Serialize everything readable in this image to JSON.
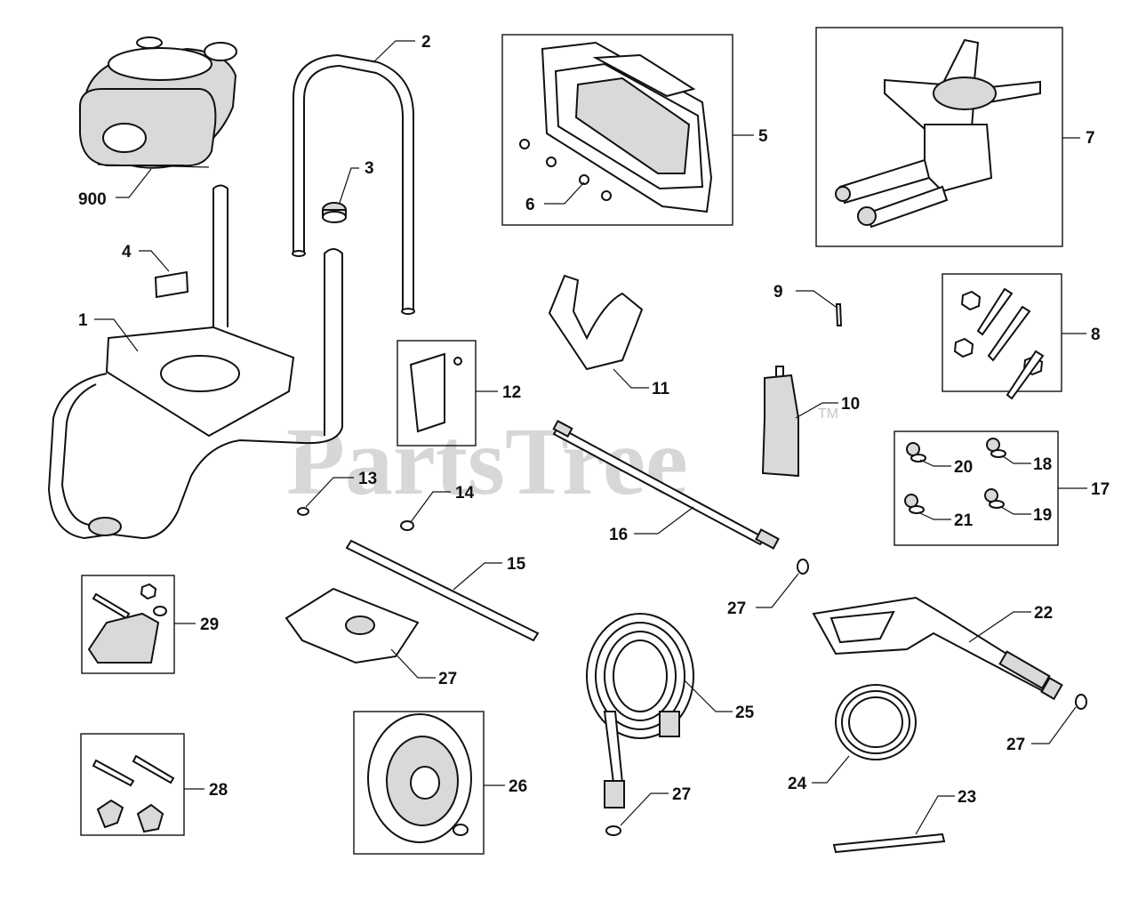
{
  "watermark": {
    "brand": "PartsTree",
    "mark": "TM"
  },
  "callouts": [
    {
      "id": "900",
      "label": "900"
    },
    {
      "id": "1",
      "label": "1"
    },
    {
      "id": "2",
      "label": "2"
    },
    {
      "id": "3",
      "label": "3"
    },
    {
      "id": "4",
      "label": "4"
    },
    {
      "id": "5",
      "label": "5"
    },
    {
      "id": "6",
      "label": "6"
    },
    {
      "id": "7",
      "label": "7"
    },
    {
      "id": "8",
      "label": "8"
    },
    {
      "id": "9",
      "label": "9"
    },
    {
      "id": "10",
      "label": "10"
    },
    {
      "id": "11",
      "label": "11"
    },
    {
      "id": "12",
      "label": "12"
    },
    {
      "id": "13",
      "label": "13"
    },
    {
      "id": "14",
      "label": "14"
    },
    {
      "id": "15",
      "label": "15"
    },
    {
      "id": "16",
      "label": "16"
    },
    {
      "id": "17",
      "label": "17"
    },
    {
      "id": "18",
      "label": "18"
    },
    {
      "id": "19",
      "label": "19"
    },
    {
      "id": "20",
      "label": "20"
    },
    {
      "id": "21",
      "label": "21"
    },
    {
      "id": "22",
      "label": "22"
    },
    {
      "id": "23",
      "label": "23"
    },
    {
      "id": "24",
      "label": "24"
    },
    {
      "id": "25",
      "label": "25"
    },
    {
      "id": "26",
      "label": "26"
    },
    {
      "id": "27a",
      "label": "27"
    },
    {
      "id": "27b",
      "label": "27"
    },
    {
      "id": "27c",
      "label": "27"
    },
    {
      "id": "27d",
      "label": "27"
    },
    {
      "id": "28",
      "label": "28"
    },
    {
      "id": "29",
      "label": "29"
    }
  ]
}
